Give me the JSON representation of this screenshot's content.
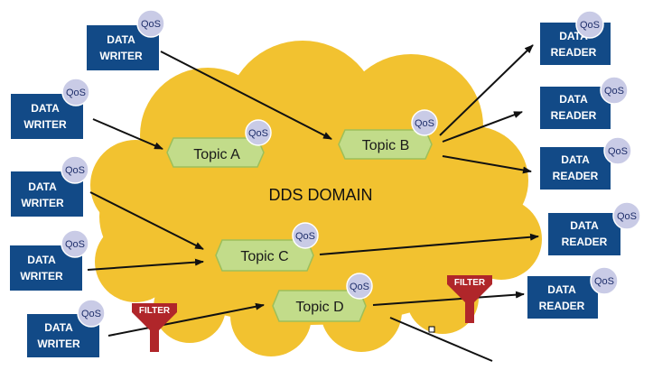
{
  "domain": {
    "label": "DDS DOMAIN"
  },
  "writers": [
    {
      "line1": "DATA",
      "line2": "WRITER",
      "qos": "QoS"
    },
    {
      "line1": "DATA",
      "line2": "WRITER",
      "qos": "QoS"
    },
    {
      "line1": "DATA",
      "line2": "WRITER",
      "qos": "QoS"
    },
    {
      "line1": "DATA",
      "line2": "WRITER",
      "qos": "QoS"
    },
    {
      "line1": "DATA",
      "line2": "WRITER",
      "qos": "QoS"
    }
  ],
  "readers": [
    {
      "line1": "DATA",
      "line2": "READER",
      "qos": "QoS"
    },
    {
      "line1": "DATA",
      "line2": "READER",
      "qos": "QoS"
    },
    {
      "line1": "DATA",
      "line2": "READER",
      "qos": "QoS"
    },
    {
      "line1": "DATA",
      "line2": "READER",
      "qos": "QoS"
    },
    {
      "line1": "DATA",
      "line2": "READER",
      "qos": "QoS"
    }
  ],
  "topics": [
    {
      "label": "Topic A",
      "qos": "QoS"
    },
    {
      "label": "Topic B",
      "qos": "QoS"
    },
    {
      "label": "Topic C",
      "qos": "QoS"
    },
    {
      "label": "Topic D",
      "qos": "QoS"
    }
  ],
  "filters": [
    {
      "label": "FILTER"
    },
    {
      "label": "FILTER"
    }
  ],
  "colors": {
    "cloud": "#f2c230",
    "box": "#124a87",
    "topic": "#c2dc8a",
    "topic_stroke": "#9cbf5a",
    "qos": "#c9cbe6",
    "filter": "#b0262a"
  }
}
